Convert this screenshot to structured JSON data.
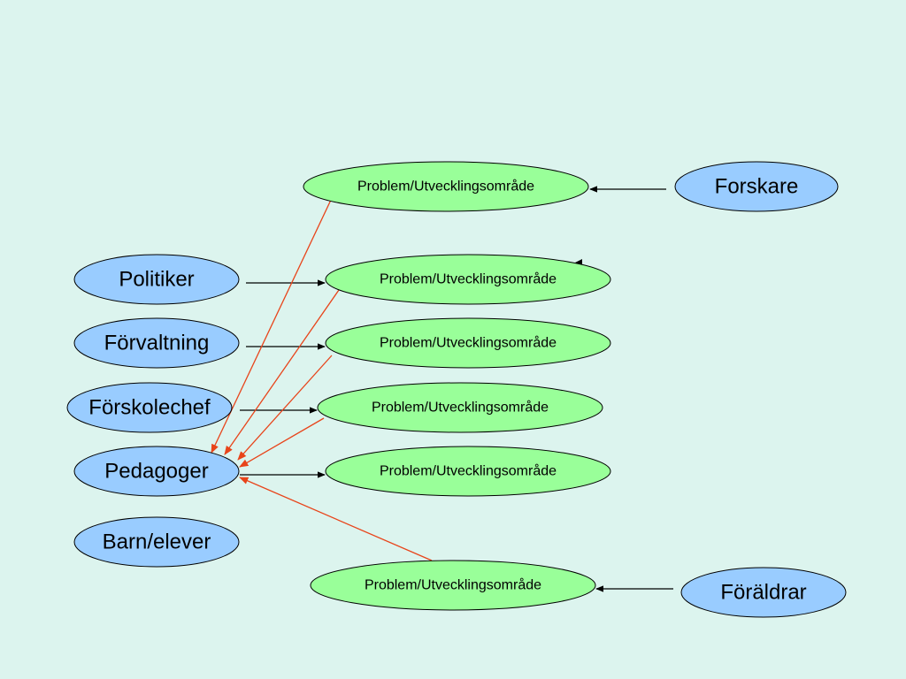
{
  "colors": {
    "background": "#dcf4ee",
    "actor_fill": "#99ccff",
    "problem_fill": "#99ff99",
    "outline": "#000000",
    "black_arrow": "#000000",
    "red_arrow": "#e8441a"
  },
  "actors": {
    "forskare": "Forskare",
    "politiker": "Politiker",
    "forvaltning": "Förvaltning",
    "forskolechef": "Förskolechef",
    "pedagoger": "Pedagoger",
    "barn_elever": "Barn/elever",
    "foraldrar": "Föräldrar"
  },
  "problems": {
    "p1": "Problem/Utvecklingsområde",
    "p2": "Problem/Utvecklingsområde",
    "p3": "Problem/Utvecklingsområde",
    "p4": "Problem/Utvecklingsområde",
    "p5": "Problem/Utvecklingsområde",
    "p6": "Problem/Utvecklingsområde"
  }
}
